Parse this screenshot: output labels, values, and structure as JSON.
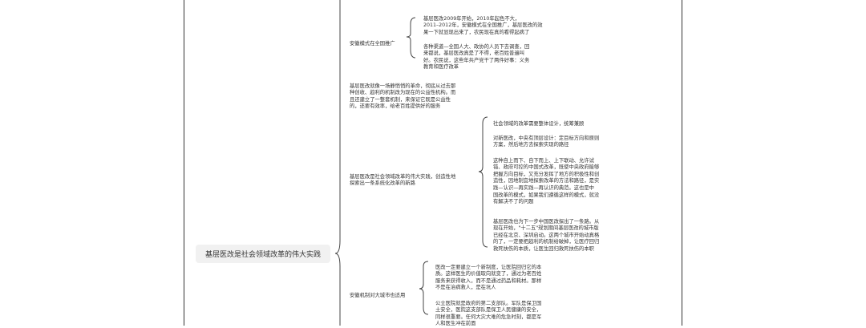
{
  "root": {
    "label": "基层医改是社会领域改革的伟大实践"
  },
  "branches": [
    {
      "label": "安徽模式在全国推广",
      "children": [
        "基层医改2009年开始，2010年起色不大，\n2011–2012年，安徽模式在全国推广，基层医改的效\n果一下就显现出来了，农民现在真的看得起病了",
        "各种渠道—全国人大、政协的人员下去调查，回\n来都说，基层医改真是了不得，老百姓普遍叫\n好。农民说，这些年共产党干了两件好事：义务\n教育和医疗改革"
      ]
    },
    {
      "label": "基层医改就像一场静悄悄的革命，彻底从过去那\n种创收、趋利的机制改为现在的公益性机构。而\n且还建立了一整套机制，来保证它既是公益性\n的，还要有效率，给老百姓提供好的服务"
    },
    {
      "label": "基层医改是社会领域改革的伟大实践，创造性地\n探索出一条系统化改革的新路",
      "children": [
        "社会领域的改革需要整体设计，统筹兼顾",
        "对新医改，中央有顶层设计：定目标方向和原则\n方案，然后地方去探索实现的路径",
        "这种自上而下、自下而上、上下联动、允许试\n错、政府可控的中国式改革，既使中央政府能够\n把握方向目标，又充分发挥了地方的积极性和创\n造性，因地制宜地探索改革的方法和路径，是实\n践—认识—再实践—再认识的典范。这也是中\n国改革的模式，如果我们遵循这样的模式，就没\n有解决不了的问题",
        "基层医改也为下一步中国医改探出了一条路。从\n现在开始，\"十二五\"规划期间基层医改的城市版\n已经在北京、深圳启动。这两个城市开始动真格\n的了，一定要把趋利的机制给破掉，让医疗回归\n救死扶伤的本质，让医生回归救死扶伤的本职"
      ]
    },
    {
      "label": "安徽机制对大城市也适用",
      "children": [
        "医改一定要建立一个新制度，让医院回归它的本\n质。这样医生的价值取向就变了，通过为老百姓\n服务来获得收入，而不是通过药品和耗材。那样\n不是在治病救人，是在坑人",
        "公立医院就是政府的第二支部队。军队是保卫国\n土安全，医院这支部队是保卫人民健康的安全，\n同样很重要。任何大灾大难的危急时刻，都是军\n人和医生冲在前面"
      ]
    }
  ],
  "colors": {
    "line": "#444444",
    "root_bg": "#f1f1f1",
    "text": "#333333"
  }
}
